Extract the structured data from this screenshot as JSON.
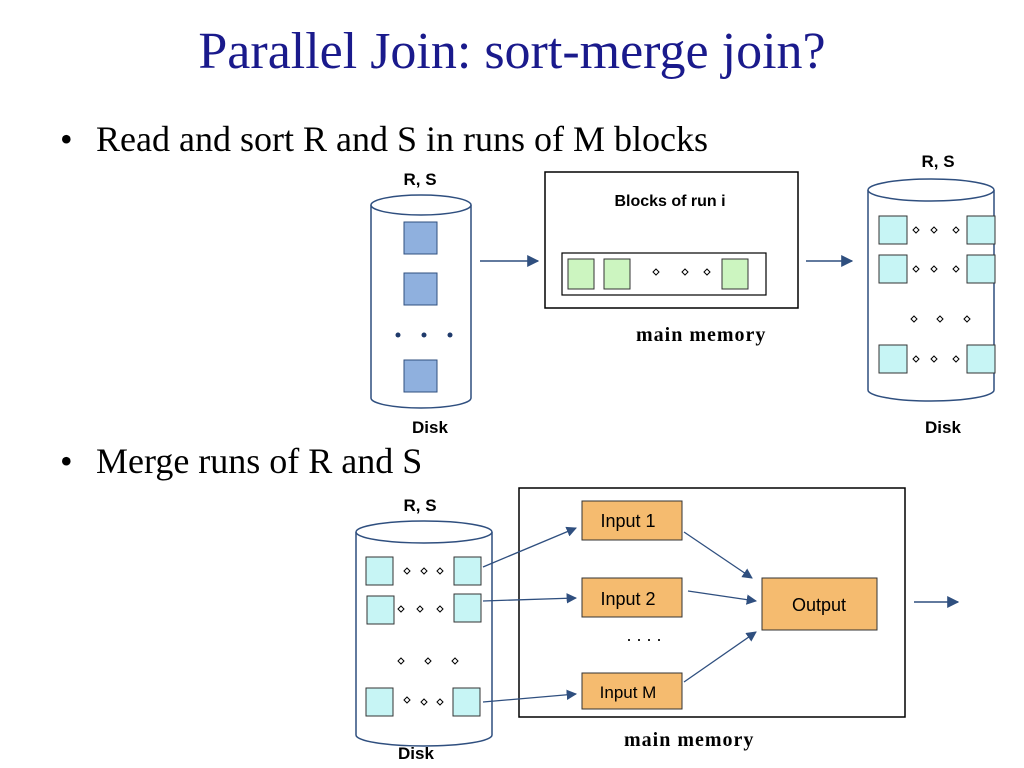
{
  "title": "Parallel Join: sort-merge join?",
  "bullets": [
    "Read and sort R and S in runs of M blocks",
    "Merge runs of R and S"
  ],
  "labels": {
    "rs_top_left": "R, S",
    "rs_top_right": "R, S",
    "rs_bottom": "R, S",
    "disk_top_left": "Disk",
    "disk_top_right": "Disk",
    "disk_bottom": "Disk",
    "blocks_of_run": "Blocks of run i",
    "main_memory_top": "main memory",
    "main_memory_bottom": "main memory",
    "input1": "Input 1",
    "input2": "Input 2",
    "inputM": "Input M",
    "output": "Output",
    "dots_between_inputs": ". . . ."
  },
  "colors": {
    "title": "#1a1a8c",
    "disk_stroke": "#2f4f7f",
    "block_blue": "#8fb0de",
    "block_green": "#ccf5c0",
    "block_cyan": "#c7f5f5",
    "input_orange": "#f5bb6f",
    "arrow": "#2f4f7f"
  }
}
